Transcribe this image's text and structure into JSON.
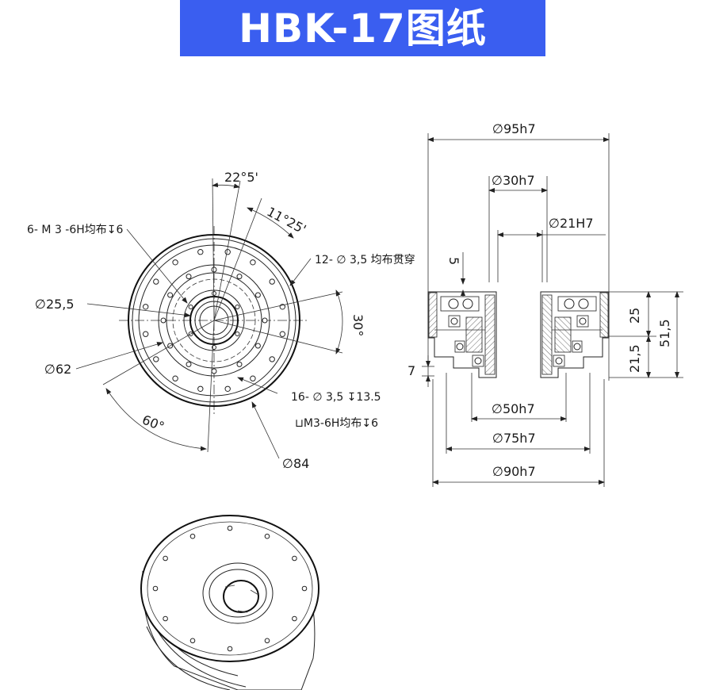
{
  "title": "HBK-17图纸",
  "front_view": {
    "angle_22": "22°5'",
    "angle_11": "11°25'",
    "angle_30": "30°",
    "angle_60": "60°",
    "thread_label": "6- M 3 -6H均布↧6",
    "holes_12": "12- ∅ 3,5 均布贯穿",
    "holes_16": "16- ∅ 3,5 ↧13.5",
    "holes_16_sub": "⊔M3-6H均布↧6",
    "d_25_5": "∅25,5",
    "d_62": "∅62",
    "d_84": "∅84"
  },
  "side_view": {
    "d_95": "∅95h7",
    "d_30": "∅30h7",
    "d_21": "∅21H7",
    "d_50": "∅50h7",
    "d_75": "∅75h7",
    "d_90": "∅90h7",
    "dim_5": "5",
    "dim_7": "7",
    "dim_25": "25",
    "dim_21_5": "21,5",
    "dim_51_5": "51,5"
  },
  "colors": {
    "banner": "#3a5ef0"
  }
}
